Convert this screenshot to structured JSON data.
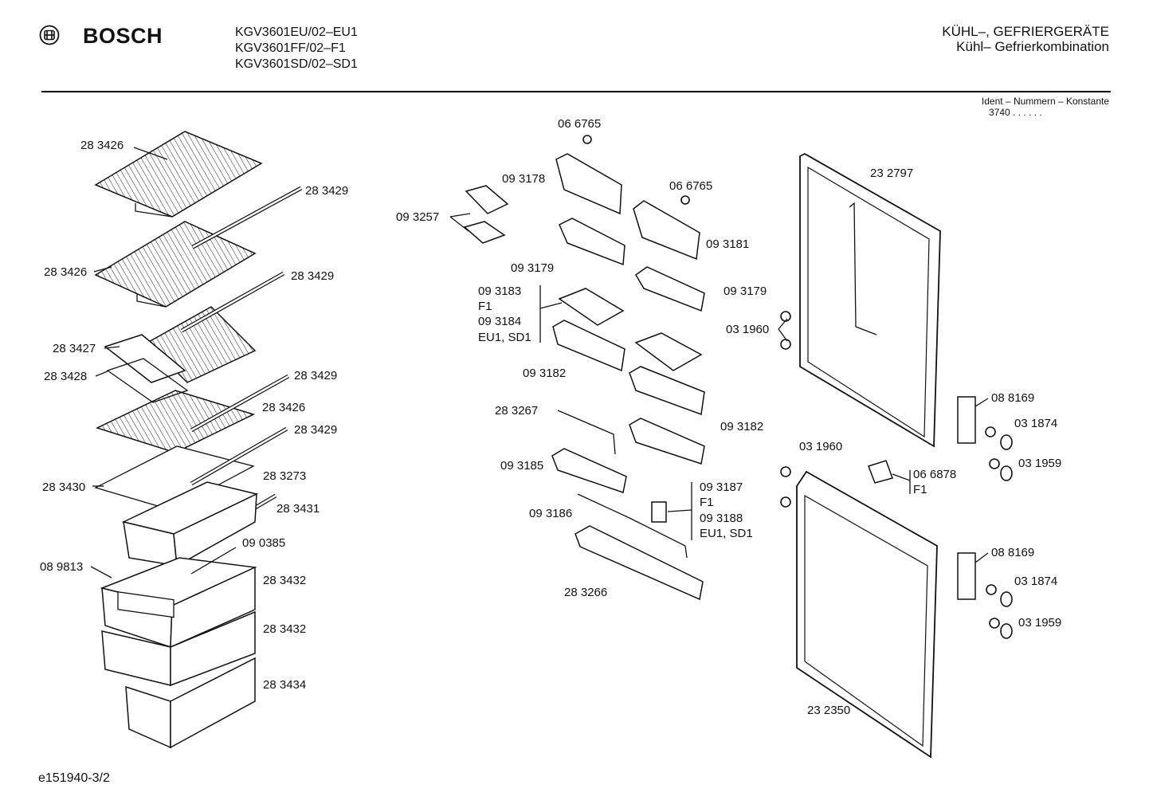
{
  "header": {
    "brand": "BOSCH",
    "models": [
      "KGV3601EU/02–EU1",
      "KGV3601FF/02–F1",
      "KGV3601SD/02–SD1"
    ],
    "category_line1": "KÜHL–, GEFRIERGERÄTE",
    "category_line2": "Kühl– Gefrierkombination",
    "ident_label": "Ident – Nummern – Konstante",
    "ident_value": "3740  .  .  .  .  .  ."
  },
  "footer": {
    "drawing_id": "e151940-3/2"
  },
  "labels": [
    "28 3426",
    "28 3429",
    "28 3426",
    "28 3429",
    "28 3427",
    "28 3428",
    "28 3429",
    "28 3426",
    "28 3429",
    "28 3430",
    "28 3273",
    "28 3431",
    "08 9813",
    "09 0385",
    "28 3432",
    "28 3432",
    "28 3434",
    "06 6765",
    "09 3178",
    "06 6765",
    "09 3257",
    "09 3181",
    "09 3179",
    "09 3179",
    "09 3183",
    "F1",
    "09 3184",
    "EU1, SD1",
    "09 3182",
    "09 3182",
    "28 3267",
    "09 3185",
    "09 3186",
    "09 3187",
    "F1",
    "09 3188",
    "EU1, SD1",
    "28 3266",
    "23 2797",
    "03 1960",
    "08 8169",
    "03 1874",
    "03 1959",
    "03 1960",
    "06 6878",
    "F1",
    "08 8169",
    "03 1874",
    "03 1959",
    "23 2350"
  ]
}
